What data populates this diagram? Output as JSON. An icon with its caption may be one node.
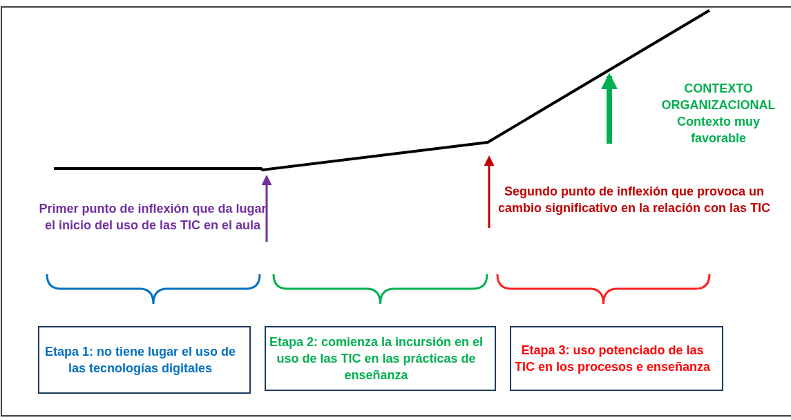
{
  "diagram": {
    "nodes": [
      {
        "text": [
          "Primer punto de inflexión que da lugar el inicio del uso de las TIC en el aula"
        ]
      },
      {
        "text": [
          "Segundo punto de inflexión que provoca un cambio significativo en la relación con las TIC"
        ]
      },
      {
        "text": [
          "CONTEXTO ORGANIZACIONAL",
          "Contexto muy favorable"
        ]
      },
      {
        "text": [
          "Etapa 1: no tiene lugar el uso de las tecnologías digitales"
        ]
      },
      {
        "text": [
          "Etapa 2: comienza la incursión en el uso de las TIC en las prácticas de enseñanza"
        ]
      },
      {
        "text": [
          "Etapa 3: uso potenciado de las TIC en los procesos e enseñanza"
        ]
      }
    ],
    "edges": [
      {
        "from": 0,
        "to": null,
        "arrow": "to",
        "color": "#7030a0"
      },
      {
        "from": 1,
        "to": null,
        "arrow": "to",
        "color": "#c00000"
      }
    ]
  }
}
